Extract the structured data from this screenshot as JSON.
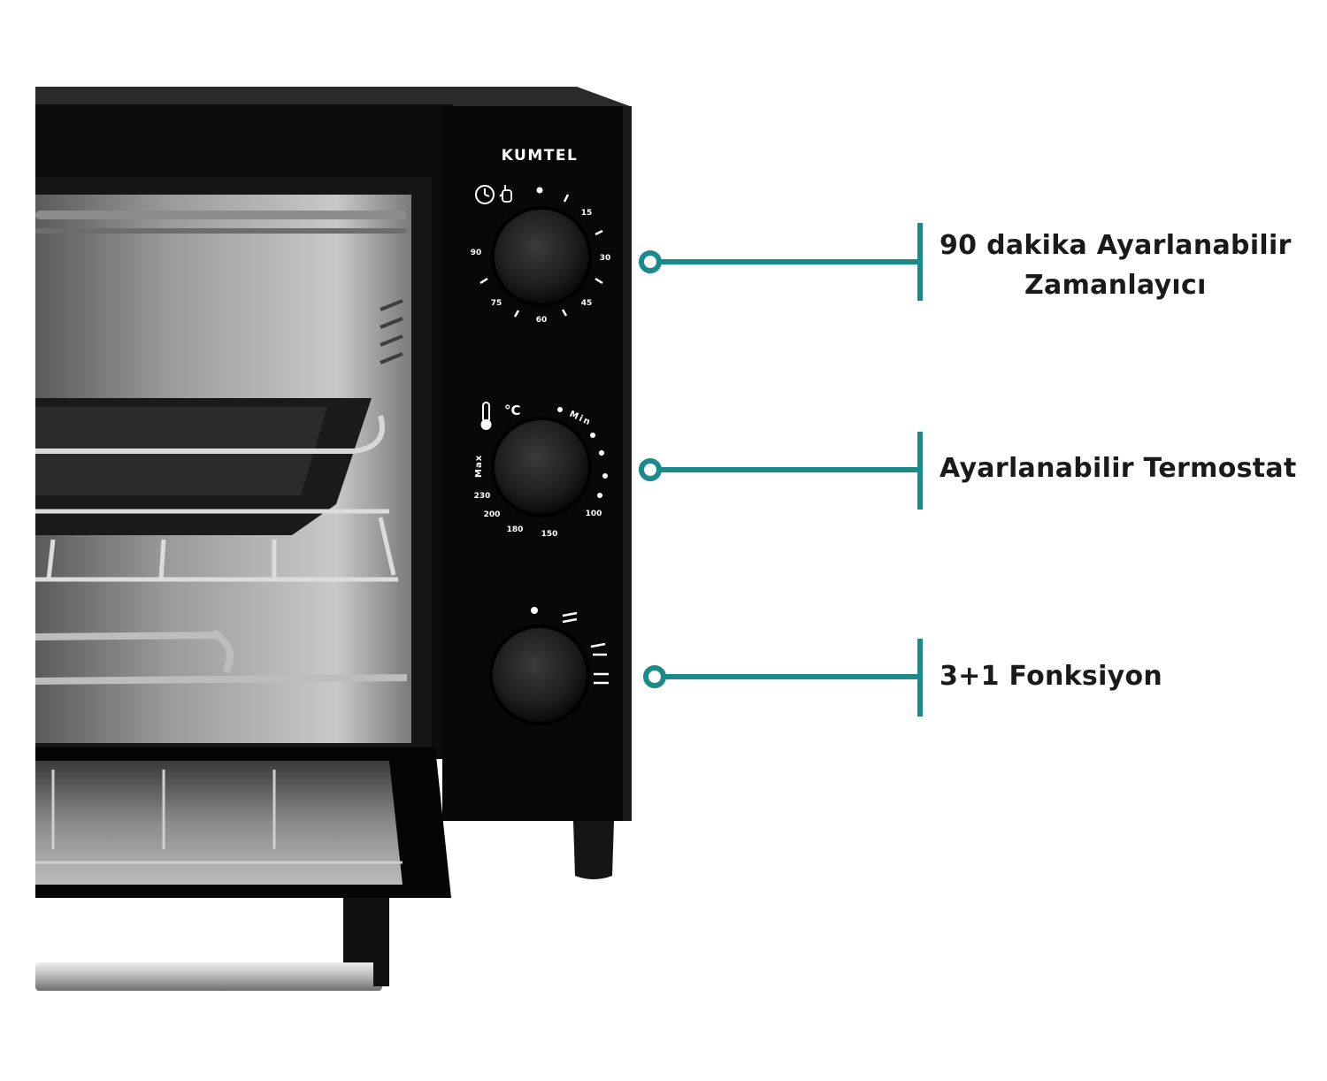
{
  "brand": "KUMTEL",
  "accent_color": "#1a8a8a",
  "timer_dial": {
    "ticks": [
      "15",
      "30",
      "45",
      "60",
      "75",
      "90"
    ],
    "icons": [
      "clock-icon",
      "hand-icon"
    ]
  },
  "thermostat_dial": {
    "unit": "°C",
    "min_label": "Min",
    "max_label": "Max",
    "ticks": [
      "100",
      "150",
      "180",
      "200",
      "230"
    ],
    "icons": [
      "thermometer-icon"
    ]
  },
  "function_dial": {
    "icons": [
      "off-dot-icon",
      "top-heater-icon",
      "bottom-heater-icon",
      "both-heaters-icon"
    ]
  },
  "callouts": [
    {
      "lines": [
        "90 dakika Ayarlanabilir",
        "Zamanlayıcı"
      ]
    },
    {
      "lines": [
        "Ayarlanabilir Termostat"
      ]
    },
    {
      "lines": [
        "3+1 Fonksiyon"
      ]
    }
  ]
}
